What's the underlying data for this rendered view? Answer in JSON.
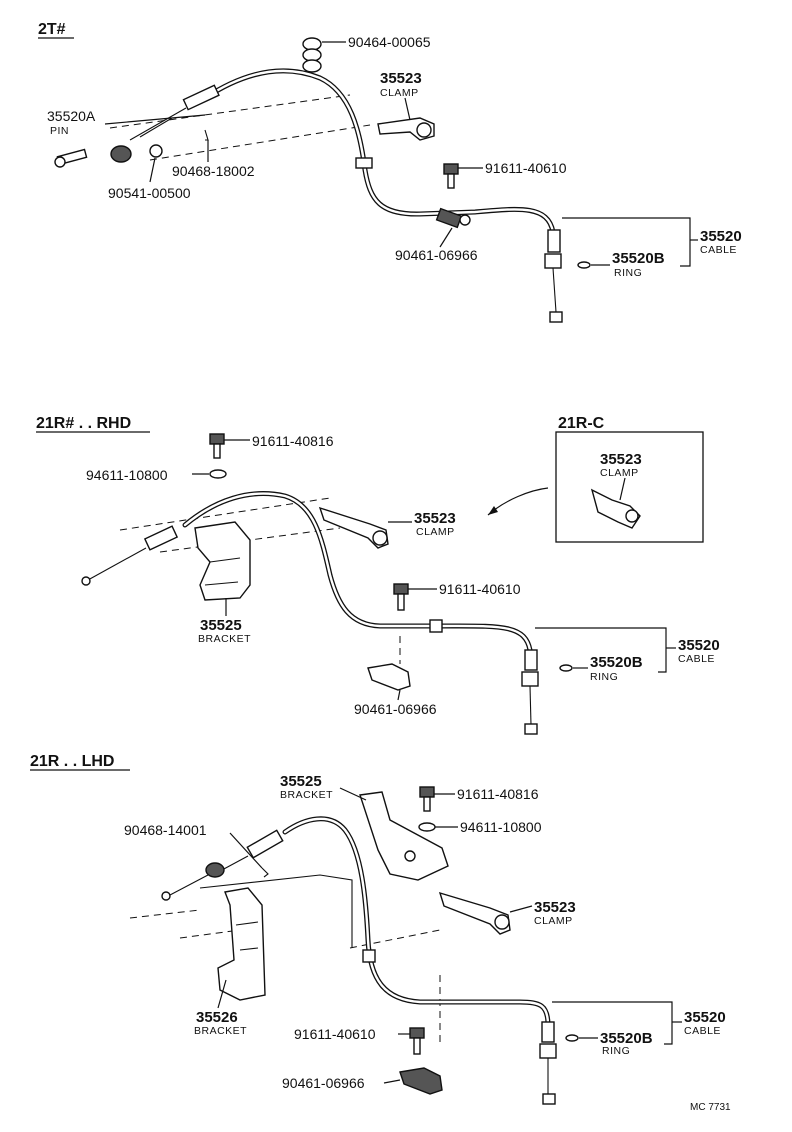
{
  "sections": {
    "s1": {
      "title": "2T#"
    },
    "s2": {
      "title": "21R# . . RHD"
    },
    "s2c": {
      "title": "21R-C"
    },
    "s3": {
      "title": "21R . . LHD"
    }
  },
  "labels": {
    "s1_90464": "90464-00065",
    "s1_35523": "35523",
    "s1_35523_cap": "CLAMP",
    "s1_35520A": "35520A",
    "s1_35520A_cap": "PIN",
    "s1_90468": "90468-18002",
    "s1_90541": "90541-00500",
    "s1_91611": "91611-40610",
    "s1_35520": "35520",
    "s1_35520_cap": "CABLE",
    "s1_35520B": "35520B",
    "s1_35520B_cap": "RING",
    "s1_90461": "90461-06966",
    "s2_91611a": "91611-40816",
    "s2_94611": "94611-10800",
    "s2_35523": "35523",
    "s2_35523_cap": "CLAMP",
    "s2_35525": "35525",
    "s2_35525_cap": "BRACKET",
    "s2_91611b": "91611-40610",
    "s2_35520": "35520",
    "s2_35520_cap": "CABLE",
    "s2_35520B": "35520B",
    "s2_35520B_cap": "RING",
    "s2_90461": "90461-06966",
    "s2c_35523": "35523",
    "s2c_35523_cap": "CLAMP",
    "s3_35525": "35525",
    "s3_35525_cap": "BRACKET",
    "s3_91611a": "91611-40816",
    "s3_94611": "94611-10800",
    "s3_90468": "90468-14001",
    "s3_35523": "35523",
    "s3_35523_cap": "CLAMP",
    "s3_35526": "35526",
    "s3_35526_cap": "BRACKET",
    "s3_35520": "35520",
    "s3_35520_cap": "CABLE",
    "s3_35520B": "35520B",
    "s3_35520B_cap": "RING",
    "s3_91611b": "91611-40610",
    "s3_90461": "90461-06966"
  },
  "footer": {
    "code": "MC 7731"
  }
}
